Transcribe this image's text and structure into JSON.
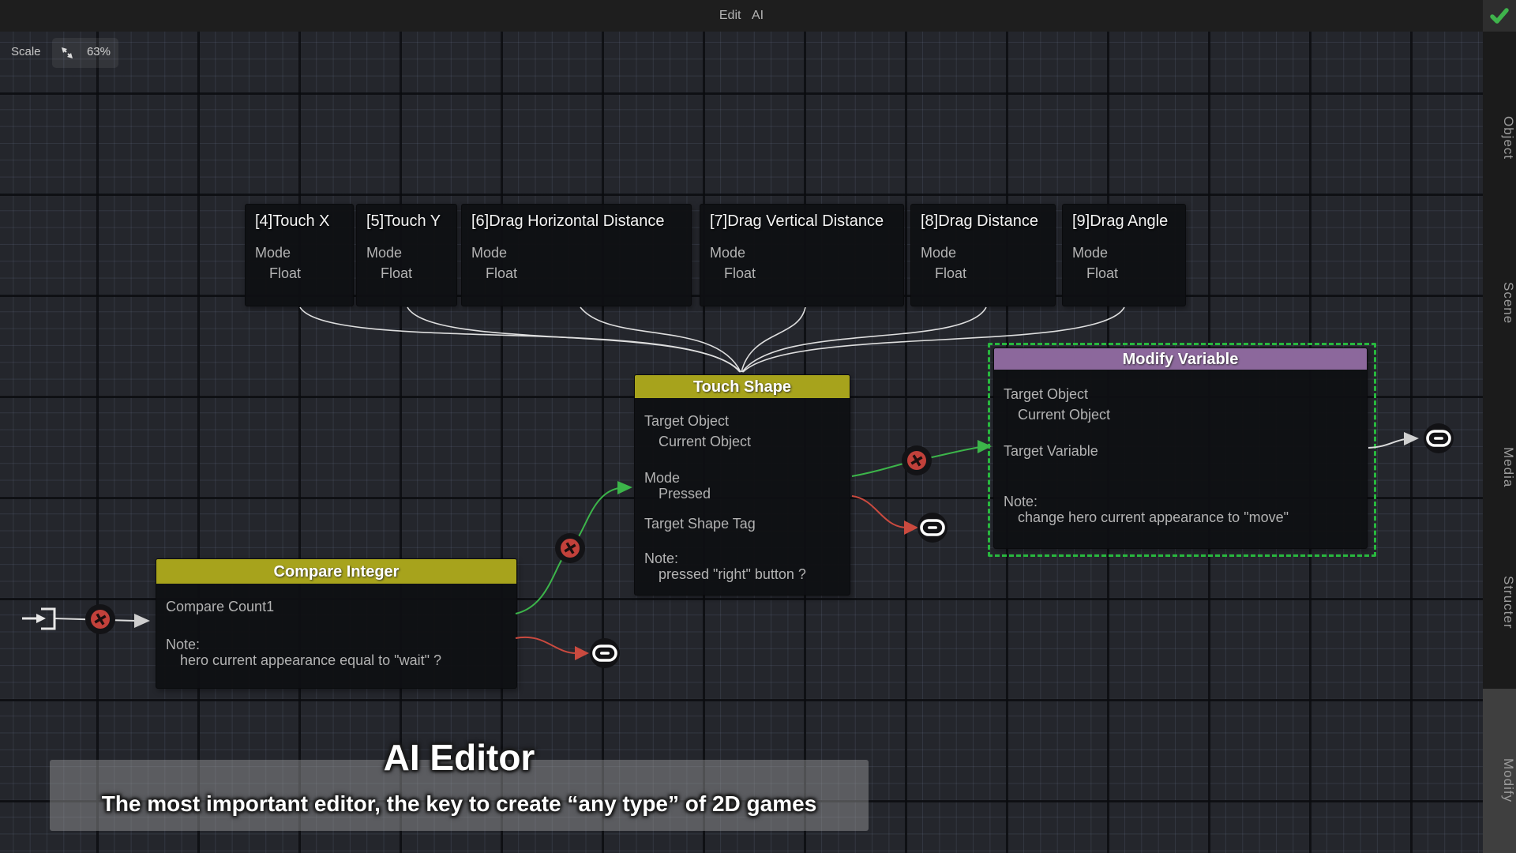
{
  "top_bar": {
    "title": "Edit AI"
  },
  "scale": {
    "label": "Scale",
    "value": "63%",
    "icon": "resize-diagonal-icon"
  },
  "sidebar": {
    "active_tab": "Modify",
    "tabs": [
      {
        "label": "Object"
      },
      {
        "label": "Scene"
      },
      {
        "label": "Media"
      },
      {
        "label": "Structer"
      },
      {
        "label": "Modify"
      }
    ]
  },
  "input_nodes": [
    {
      "title": "[4]Touch X",
      "mode_label": "Mode",
      "mode_value": "Float"
    },
    {
      "title": "[5]Touch Y",
      "mode_label": "Mode",
      "mode_value": "Float"
    },
    {
      "title": "[6]Drag Horizontal Distance",
      "mode_label": "Mode",
      "mode_value": "Float"
    },
    {
      "title": "[7]Drag Vertical Distance",
      "mode_label": "Mode",
      "mode_value": "Float"
    },
    {
      "title": "[8]Drag Distance",
      "mode_label": "Mode",
      "mode_value": "Float"
    },
    {
      "title": "[9]Drag Angle",
      "mode_label": "Mode",
      "mode_value": "Float"
    }
  ],
  "touch_shape": {
    "title": "Touch Shape",
    "target_object_label": "Target Object",
    "target_object_value": "Current Object",
    "mode_label": "Mode",
    "mode_value": "Pressed",
    "shape_tag_label": "Target Shape Tag",
    "note_label": "Note:",
    "note_value": "pressed \"right\" button ?"
  },
  "modify_variable": {
    "title": "Modify Variable",
    "target_object_label": "Target Object",
    "target_object_value": "Current Object",
    "target_variable_label": "Target Variable",
    "note_label": "Note:",
    "note_value": "change hero current appearance to \"move\""
  },
  "compare_integer": {
    "title": "Compare Integer",
    "compare_label": "Compare Count1",
    "note_label": "Note:",
    "note_value": "hero current appearance equal to \"wait\" ?"
  },
  "caption": {
    "title": "AI Editor",
    "subtitle": "The most important editor, the key to create “any type” of 2D games"
  },
  "icons": {
    "confirm": "check-icon",
    "scale": "resize-diagonal-icon",
    "blocked": "x-badge-icon",
    "link": "link-icon",
    "entry": "entry-point-icon"
  },
  "colors": {
    "accent_yellow": "#a7a31c",
    "accent_purple": "#8c689c",
    "selection_green": "#28b83e",
    "wire_green": "#3cb54a",
    "wire_red": "#ca4a3f",
    "wire_white": "#dcdcdc",
    "confirm_green": "#3fb44c"
  }
}
